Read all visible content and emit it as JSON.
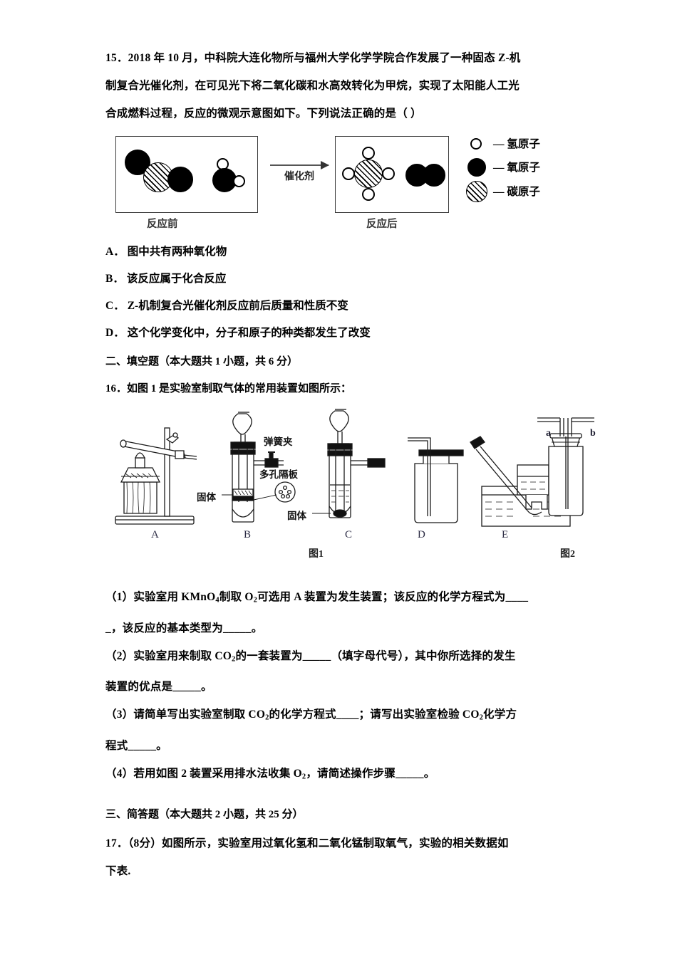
{
  "question15": {
    "number": "15．",
    "body_line1": "2018 年 10 月，中科院大连化物所与福州大学化学学院合作发展了一种固态 Z-机",
    "body_line2": "制复合光催化剂，在可见光下将二氧化碳和水高效转化为甲烷，实现了太阳能人工光",
    "body_line3": "合成燃料过程，反应的微观示意图如下。下列说法正确的是（  ）",
    "figure": {
      "caption_before": "反应前",
      "caption_after": "反应后",
      "arrow_label": "催化剂",
      "legend": [
        {
          "symbol": "hydrogen",
          "text": "— 氢原子"
        },
        {
          "symbol": "oxygen",
          "text": "— 氧原子"
        },
        {
          "symbol": "carbon",
          "text": "— 碳原子"
        }
      ]
    },
    "options": [
      {
        "label": "A．",
        "text": "图中共有两种氧化物"
      },
      {
        "label": "B．",
        "text": "该反应属于化合反应"
      },
      {
        "label": "C．",
        "text": "Z-机制复合光催化剂反应前后质量和性质不变"
      },
      {
        "label": "D．",
        "text": "这个化学变化中，分子和原子的种类都发生了改变"
      }
    ]
  },
  "section2": {
    "heading": "二、填空题（本大题共 1 小题，共 6 分）"
  },
  "question16": {
    "number": "16．",
    "stem": "如图 1 是实验室制取气体的常用装置如图所示：",
    "figure": {
      "apparatus_labels": [
        "A",
        "B",
        "C",
        "D",
        "E"
      ],
      "caption1": "图1",
      "caption2": "图2",
      "annotations": {
        "spring_clip": "弹簧夹",
        "porous_plate": "多孔隔板",
        "solid_b": "固体",
        "solid_c": "固体",
        "port_a": "a",
        "port_b": "b"
      }
    },
    "parts": [
      {
        "id": "p1",
        "seg": [
          "（1）实验室用 KMnO",
          "4",
          "制取 O",
          "2",
          "可选用 A 装置为发生装置；该反应的化学方程式为____"
        ],
        "line2": "_，该反应的基本类型为_____。"
      },
      {
        "id": "p2",
        "seg": [
          "（2）实验室用来制取 CO",
          "2",
          "的一套装置为_____（填字母代号），其中你所选择的发生"
        ],
        "line2": "装置的优点是_____。"
      },
      {
        "id": "p3",
        "seg": [
          "（3）请简单写出实验室制取 CO",
          "2",
          "的化学方程式____；请写出实验室检验 CO",
          "2",
          "化学方"
        ],
        "line2": "程式_____。"
      },
      {
        "id": "p4",
        "seg": [
          "（4）若用如图 2 装置采用排水法收集 O",
          "2",
          "，请简述操作步骤_____。"
        ],
        "line2": ""
      }
    ]
  },
  "section3": {
    "heading": "三、简答题（本大题共 2 小题，共 25 分）"
  },
  "question17": {
    "number": "17．",
    "line1": "（8分）如图所示，实验室用过氧化氢和二氧化锰制取氧气，实验的相关数据如",
    "line2": "下表."
  },
  "colors": {
    "ink": "#000000",
    "paper": "#ffffff",
    "box_border": "#3a3a3a",
    "label_ink": "#2b2b44"
  }
}
